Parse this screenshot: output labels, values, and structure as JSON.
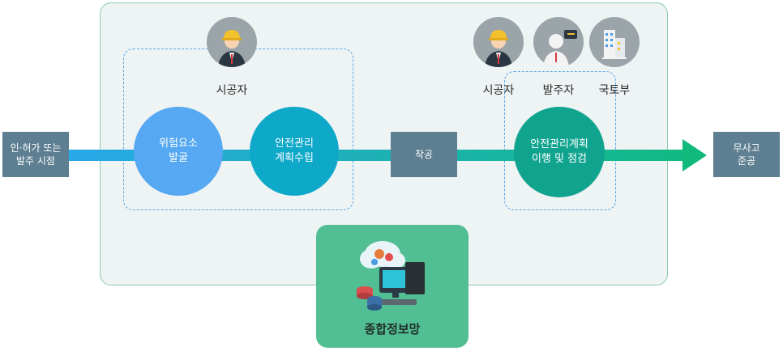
{
  "start_box": "인·허가 또는\n발주 시점",
  "end_box": "무사고\n준공",
  "start_construction": "착공",
  "circles": {
    "risk": "위험요소\n발굴",
    "plan": "안전관리\n계획수립",
    "execute": "안전관리계획\n이행 및 점검"
  },
  "roles": {
    "contractor_left": "시공자",
    "contractor_right": "시공자",
    "client": "발주자",
    "ministry": "국토부"
  },
  "network_label": "종합정보망",
  "icons": [
    "worker-avatar-icon",
    "client-avatar-icon",
    "building-icon",
    "computer-network-icon"
  ],
  "colors": {
    "arrow": "#12b4c4",
    "circle_blue": "#55a8f1",
    "circle_teal": "#0ea8c9",
    "circle_green": "#10a48f",
    "box": "#5d7f91",
    "network": "#52be93"
  }
}
